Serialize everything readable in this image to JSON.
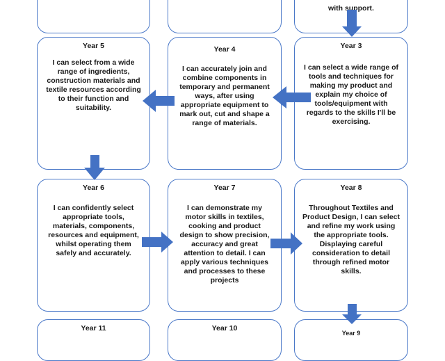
{
  "cards": {
    "top_left": {
      "title": "",
      "text": ""
    },
    "top_middle": {
      "title": "",
      "text": ""
    },
    "top_right": {
      "title": "",
      "text": "with support."
    },
    "year5": {
      "title": "Year 5",
      "text": "I can select from a wide range of ingredients, construction materials and textile resources according to their function and suitability."
    },
    "year4": {
      "title": "Year 4",
      "text": "I can accurately join and combine components in temporary and permanent ways, after using appropriate equipment to mark out, cut and shape a range of materials."
    },
    "year3": {
      "title": "Year 3",
      "text": "I can select a wide range of tools and techniques for making my product and explain my choice of tools/equipment with regards to the skills I'll be exercising."
    },
    "year6": {
      "title": "Year 6",
      "text": "I can confidently select appropriate tools, materials, components, resources and equipment, whilst operating them safely and accurately."
    },
    "year7": {
      "title": "Year 7",
      "text": "I can demonstrate my motor skills in textiles, cooking and product design to show precision, accuracy and great attention to detail. I can apply various techniques and processes to these projects"
    },
    "year8": {
      "title": "Year 8",
      "text": "Throughout Textiles and Product Design, I can select and refine my work using the appropriate tools. Displaying careful consideration to detail through refined motor skills."
    },
    "year11": {
      "title": "Year 11",
      "text": ""
    },
    "year10": {
      "title": "Year 10",
      "text": ""
    },
    "year9": {
      "title": "Year 9",
      "text": ""
    }
  },
  "colors": {
    "border": "#4a78c8",
    "arrow": "#4472c4"
  }
}
